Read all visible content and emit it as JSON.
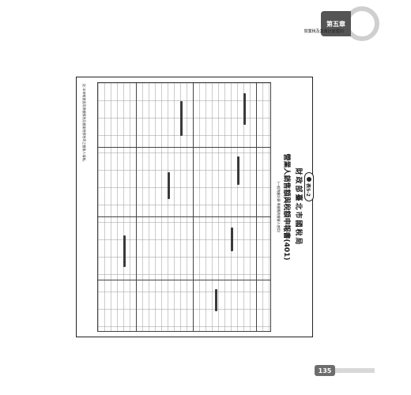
{
  "chapter": {
    "label": "第五章",
    "subtitle": "營業稅及其會計處理(I)"
  },
  "form": {
    "badge": "表5-2",
    "title_line1": "財政部臺北市國稅局",
    "title_line2": "營業人銷售額與稅額申報書(401)",
    "note": "(一般稅額計算-專營應稅營業人使用)",
    "footer": "註:本申報書適用專營應稅及營業稅零稅率之營業人填報。"
  },
  "page": {
    "number": "135"
  }
}
